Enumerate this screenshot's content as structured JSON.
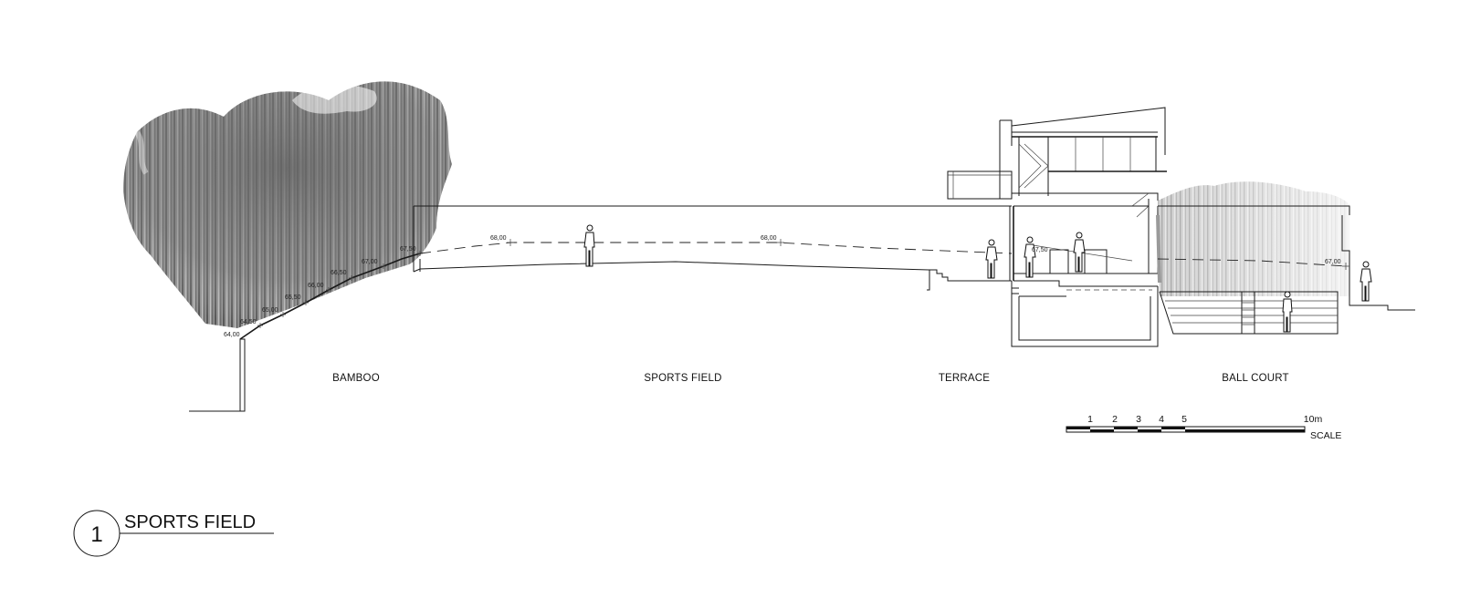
{
  "zones": [
    {
      "id": "bamboo",
      "label": "BAMBOO"
    },
    {
      "id": "sports-field",
      "label": "SPORTS FIELD"
    },
    {
      "id": "terrace",
      "label": "TERRACE"
    },
    {
      "id": "ball-court",
      "label": "BALL COURT"
    }
  ],
  "elevations": {
    "e1": "64,00",
    "e2": "64,50",
    "e3": "65,00",
    "e4": "65,50",
    "e5": "66,00",
    "e6": "66,50",
    "e7": "67,00",
    "e8": "67,50",
    "e9": "68,00",
    "e10": "68,00",
    "e11": "67,50",
    "e12": "67,00"
  },
  "scale": {
    "ticks": [
      "1",
      "2",
      "3",
      "4",
      "5"
    ],
    "end_label": "10m",
    "label": "SCALE"
  },
  "title": {
    "number": "1",
    "text": "SPORTS FIELD"
  },
  "colors": {
    "line": "#1a1a1a",
    "foliage_dark": "#5a5a5a",
    "foliage_light": "#cfcfcf"
  }
}
